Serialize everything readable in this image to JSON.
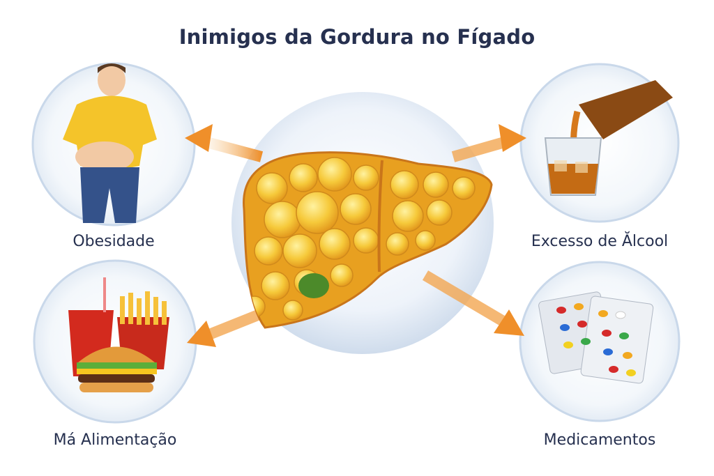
{
  "title": "Inimigos da Gordura no Fígado",
  "center": {
    "icon": "fatty-liver-icon"
  },
  "factors": [
    {
      "label": "Obesidade",
      "icon": "overweight-man-icon"
    },
    {
      "label": "Excesso de Ălcool",
      "icon": "alcohol-pouring-icon"
    },
    {
      "label": "Má Alimentação",
      "icon": "fast-food-icon"
    },
    {
      "label": "Medicamentos",
      "icon": "pills-blister-icon"
    }
  ],
  "colors": {
    "title": "#26304f",
    "arrow": "#ef9a3a",
    "liver": "#f4b62a",
    "circle": "#dde8f4"
  }
}
